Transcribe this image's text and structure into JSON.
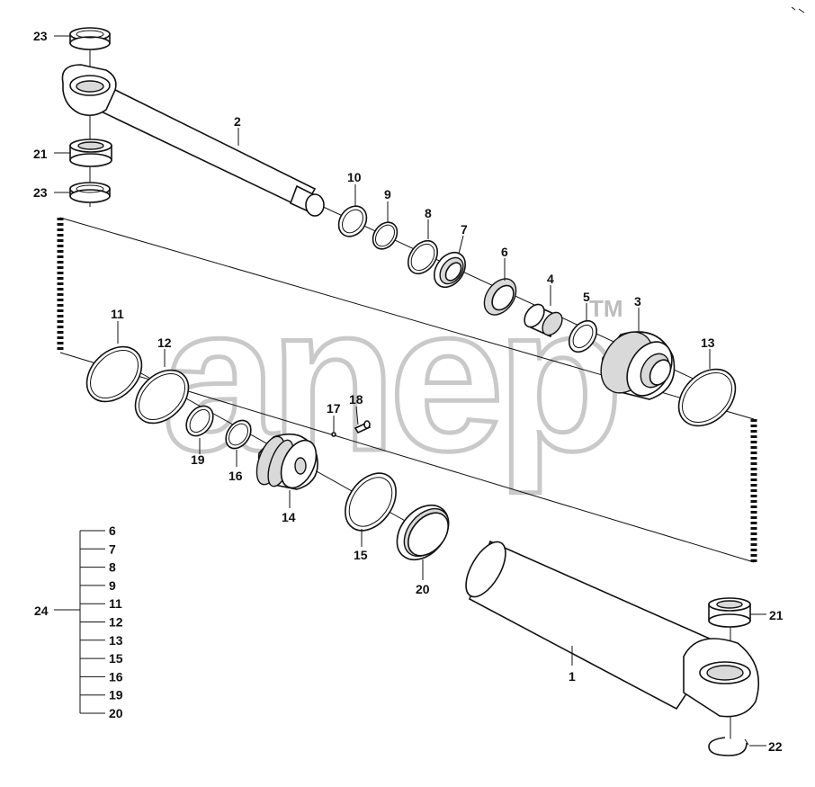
{
  "diagram": {
    "watermark": {
      "text": "anep",
      "tm": "TM"
    },
    "callouts": {
      "p1": "1",
      "p2": "2",
      "p3": "3",
      "p4": "4",
      "p5": "5",
      "p6": "6",
      "p7": "7",
      "p8": "8",
      "p9": "9",
      "p10": "10",
      "p11": "11",
      "p12": "12",
      "p13": "13",
      "p14": "14",
      "p15": "15",
      "p16": "16",
      "p17": "17",
      "p18": "18",
      "p19": "19",
      "p20": "20",
      "p21a": "21",
      "p21b": "21",
      "p22": "22",
      "p23a": "23",
      "p23b": "23"
    },
    "kit": {
      "label": "24",
      "items": [
        "6",
        "7",
        "8",
        "9",
        "11",
        "12",
        "13",
        "15",
        "16",
        "19",
        "20"
      ]
    }
  }
}
